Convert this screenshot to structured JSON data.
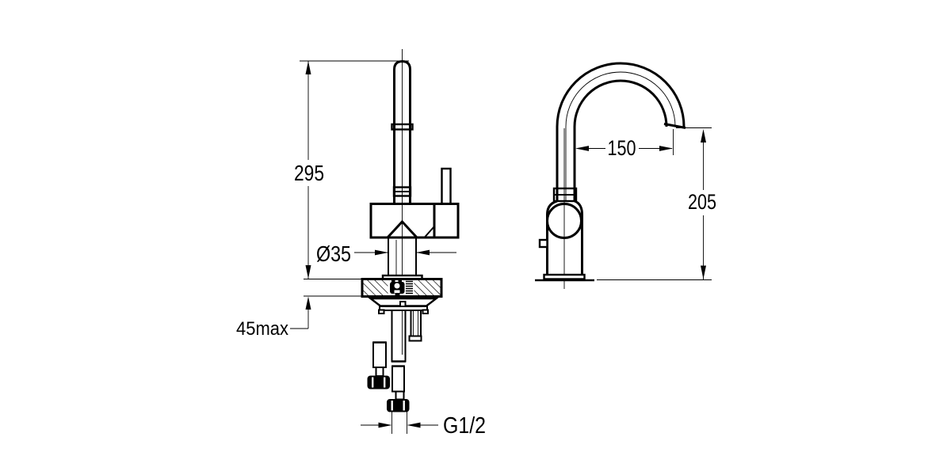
{
  "drawing_type": "faucet-technical-dimension-drawing",
  "colors": {
    "background": "#ffffff",
    "line": "#000000"
  },
  "front_view": {
    "height_label": "295",
    "diameter_label": "Ø35",
    "max_deck_thickness_label": "45max",
    "thread_label": "G1/2"
  },
  "side_view": {
    "spout_reach_label": "150",
    "spout_height_label": "205"
  }
}
